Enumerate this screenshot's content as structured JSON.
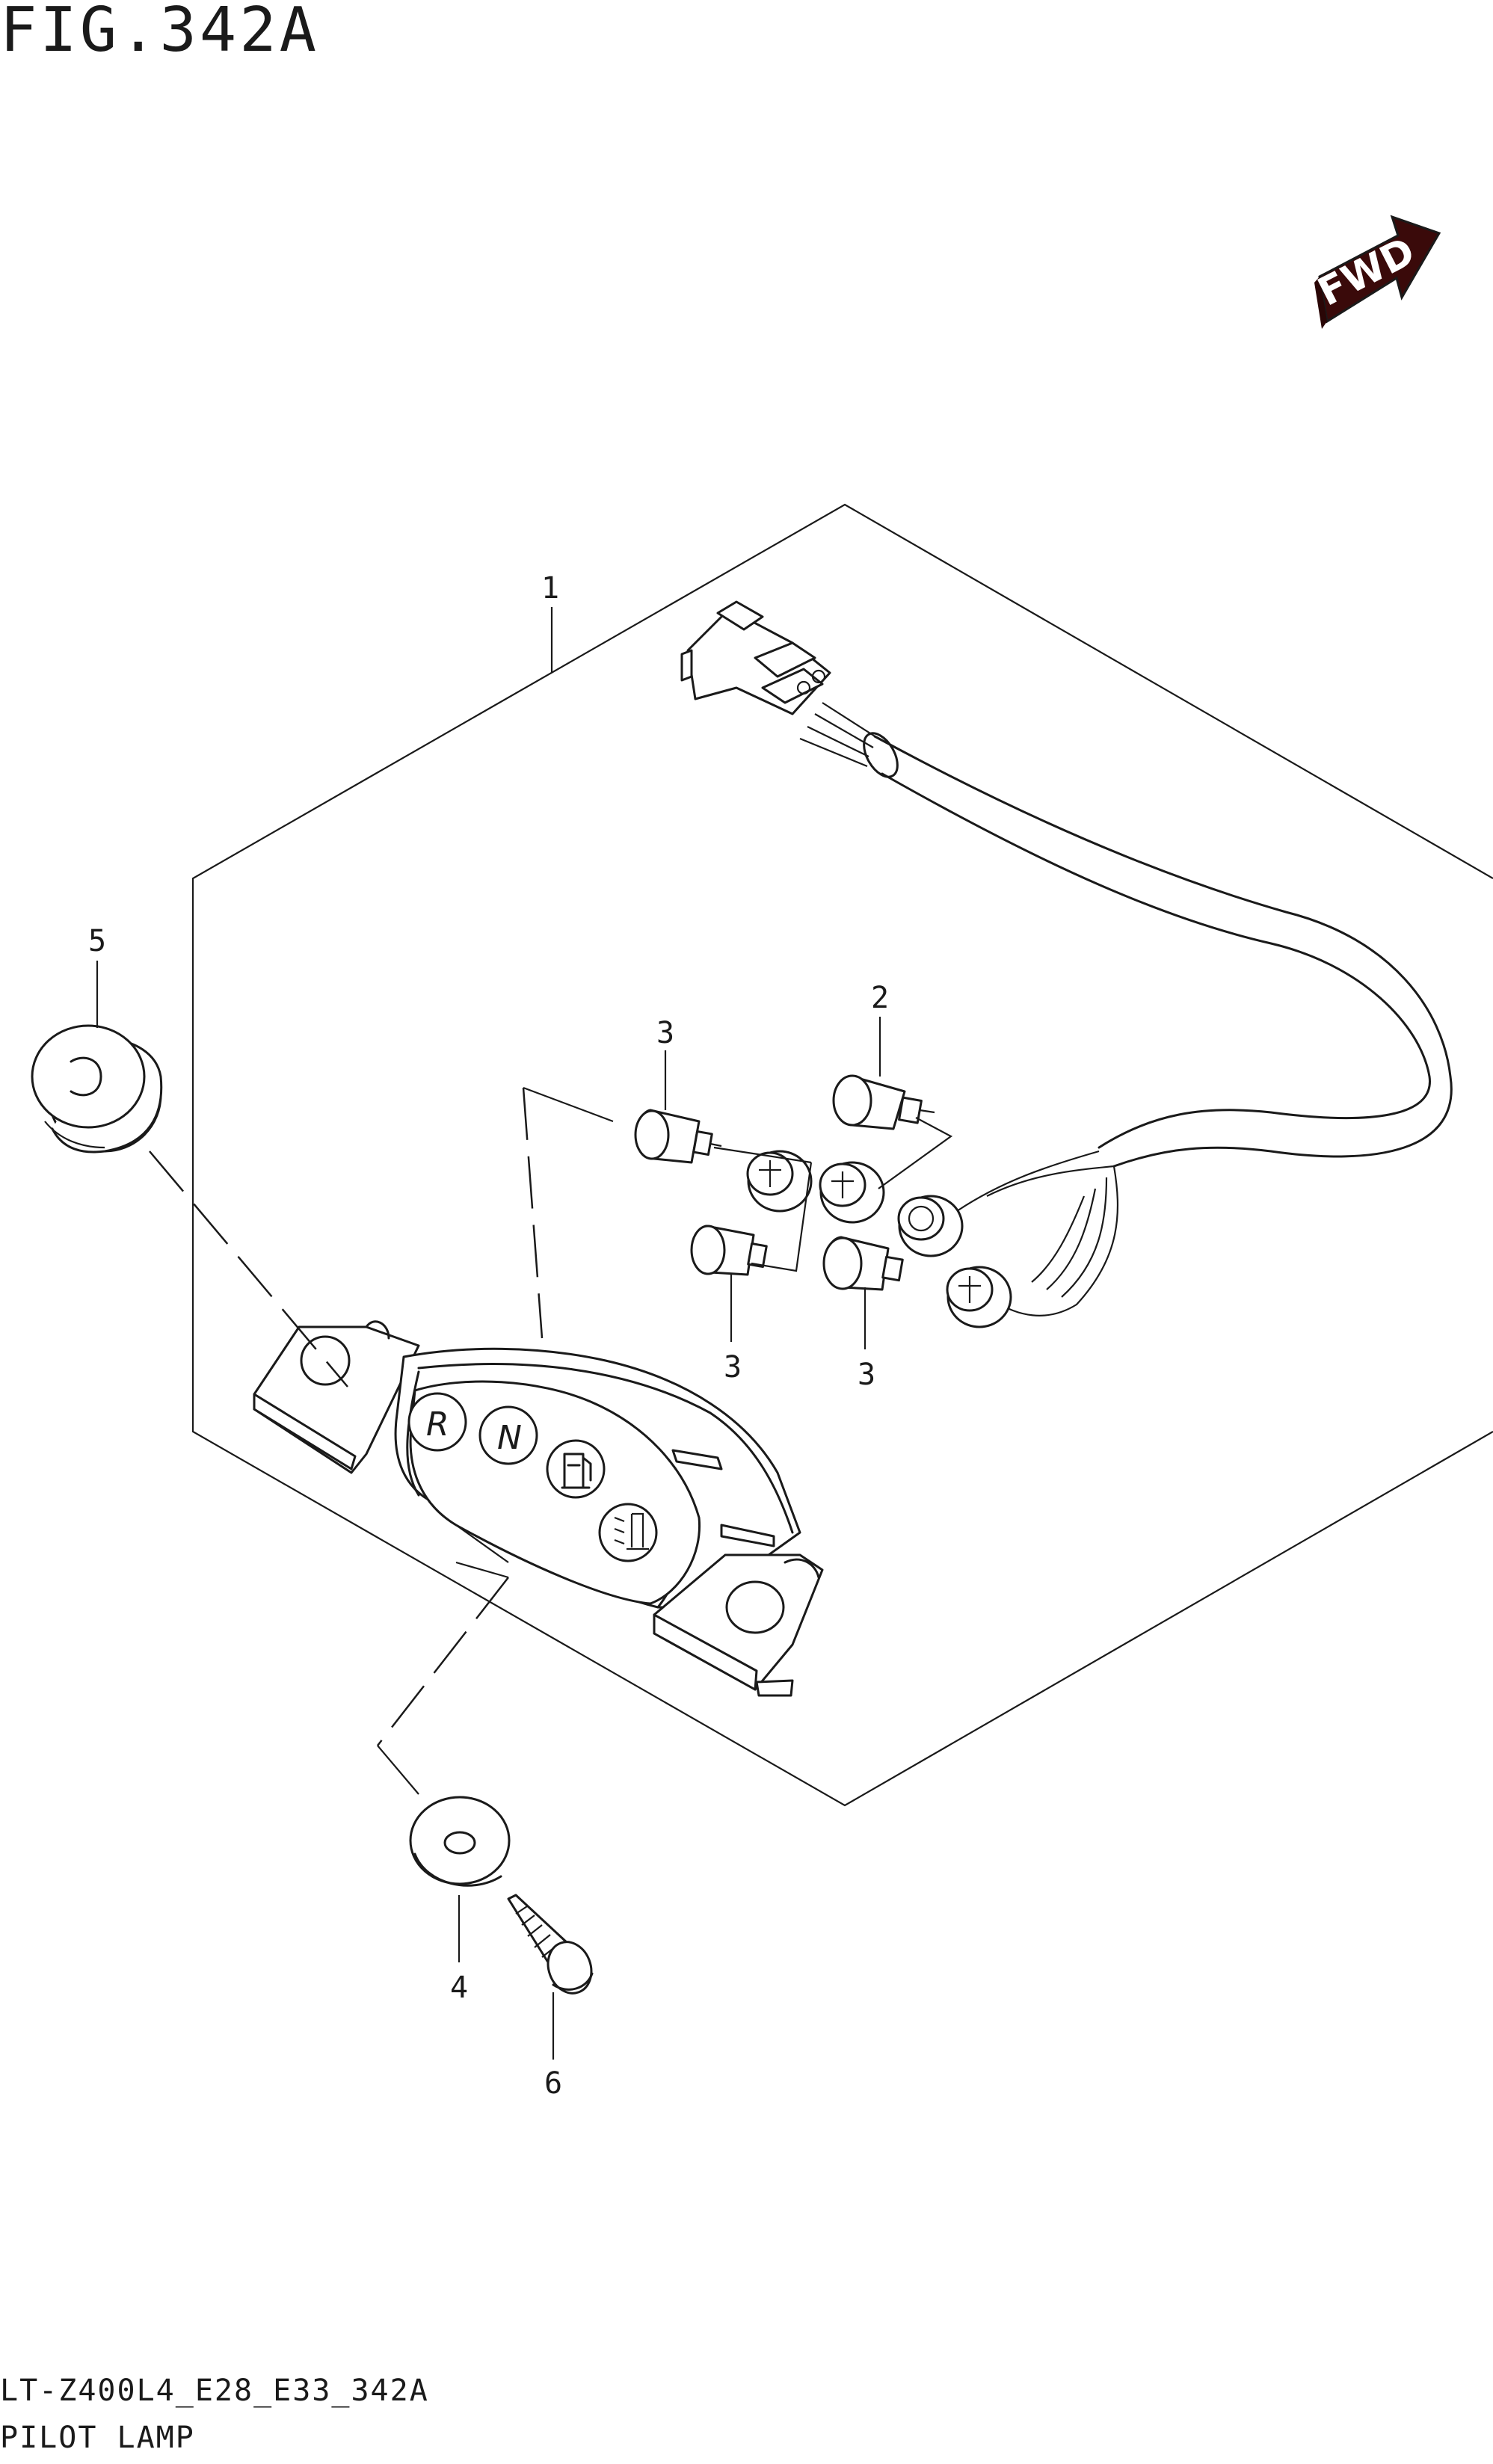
{
  "figure": {
    "title": "FIG.342A",
    "code": "LT-Z400L4_E28_E33_342A",
    "name": "PILOT LAMP"
  },
  "fwd_badge": {
    "label": "FWD",
    "color": "#3a0a0a"
  },
  "callouts": [
    {
      "id": "1",
      "label": "1"
    },
    {
      "id": "2",
      "label": "2"
    },
    {
      "id": "3a",
      "label": "3"
    },
    {
      "id": "3b",
      "label": "3"
    },
    {
      "id": "3c",
      "label": "3"
    },
    {
      "id": "4",
      "label": "4"
    },
    {
      "id": "5",
      "label": "5"
    },
    {
      "id": "6",
      "label": "6"
    }
  ],
  "indicator_symbols": [
    "R",
    "N"
  ],
  "colors": {
    "line": "#1a1a1a",
    "background": "#ffffff"
  }
}
